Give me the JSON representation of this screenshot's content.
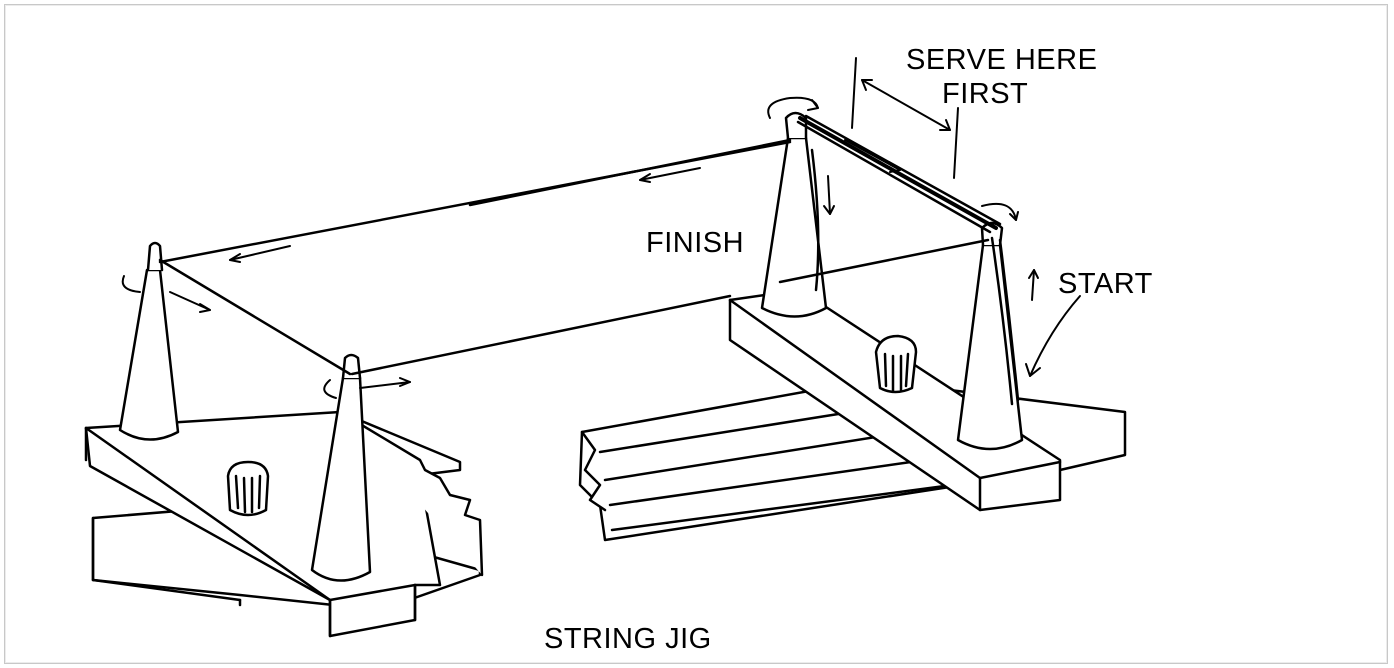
{
  "labels": {
    "serve_line1": "SERVE HERE",
    "serve_line2": "FIRST",
    "finish": "FINISH",
    "start": "START",
    "caption": "STRING JIG"
  }
}
